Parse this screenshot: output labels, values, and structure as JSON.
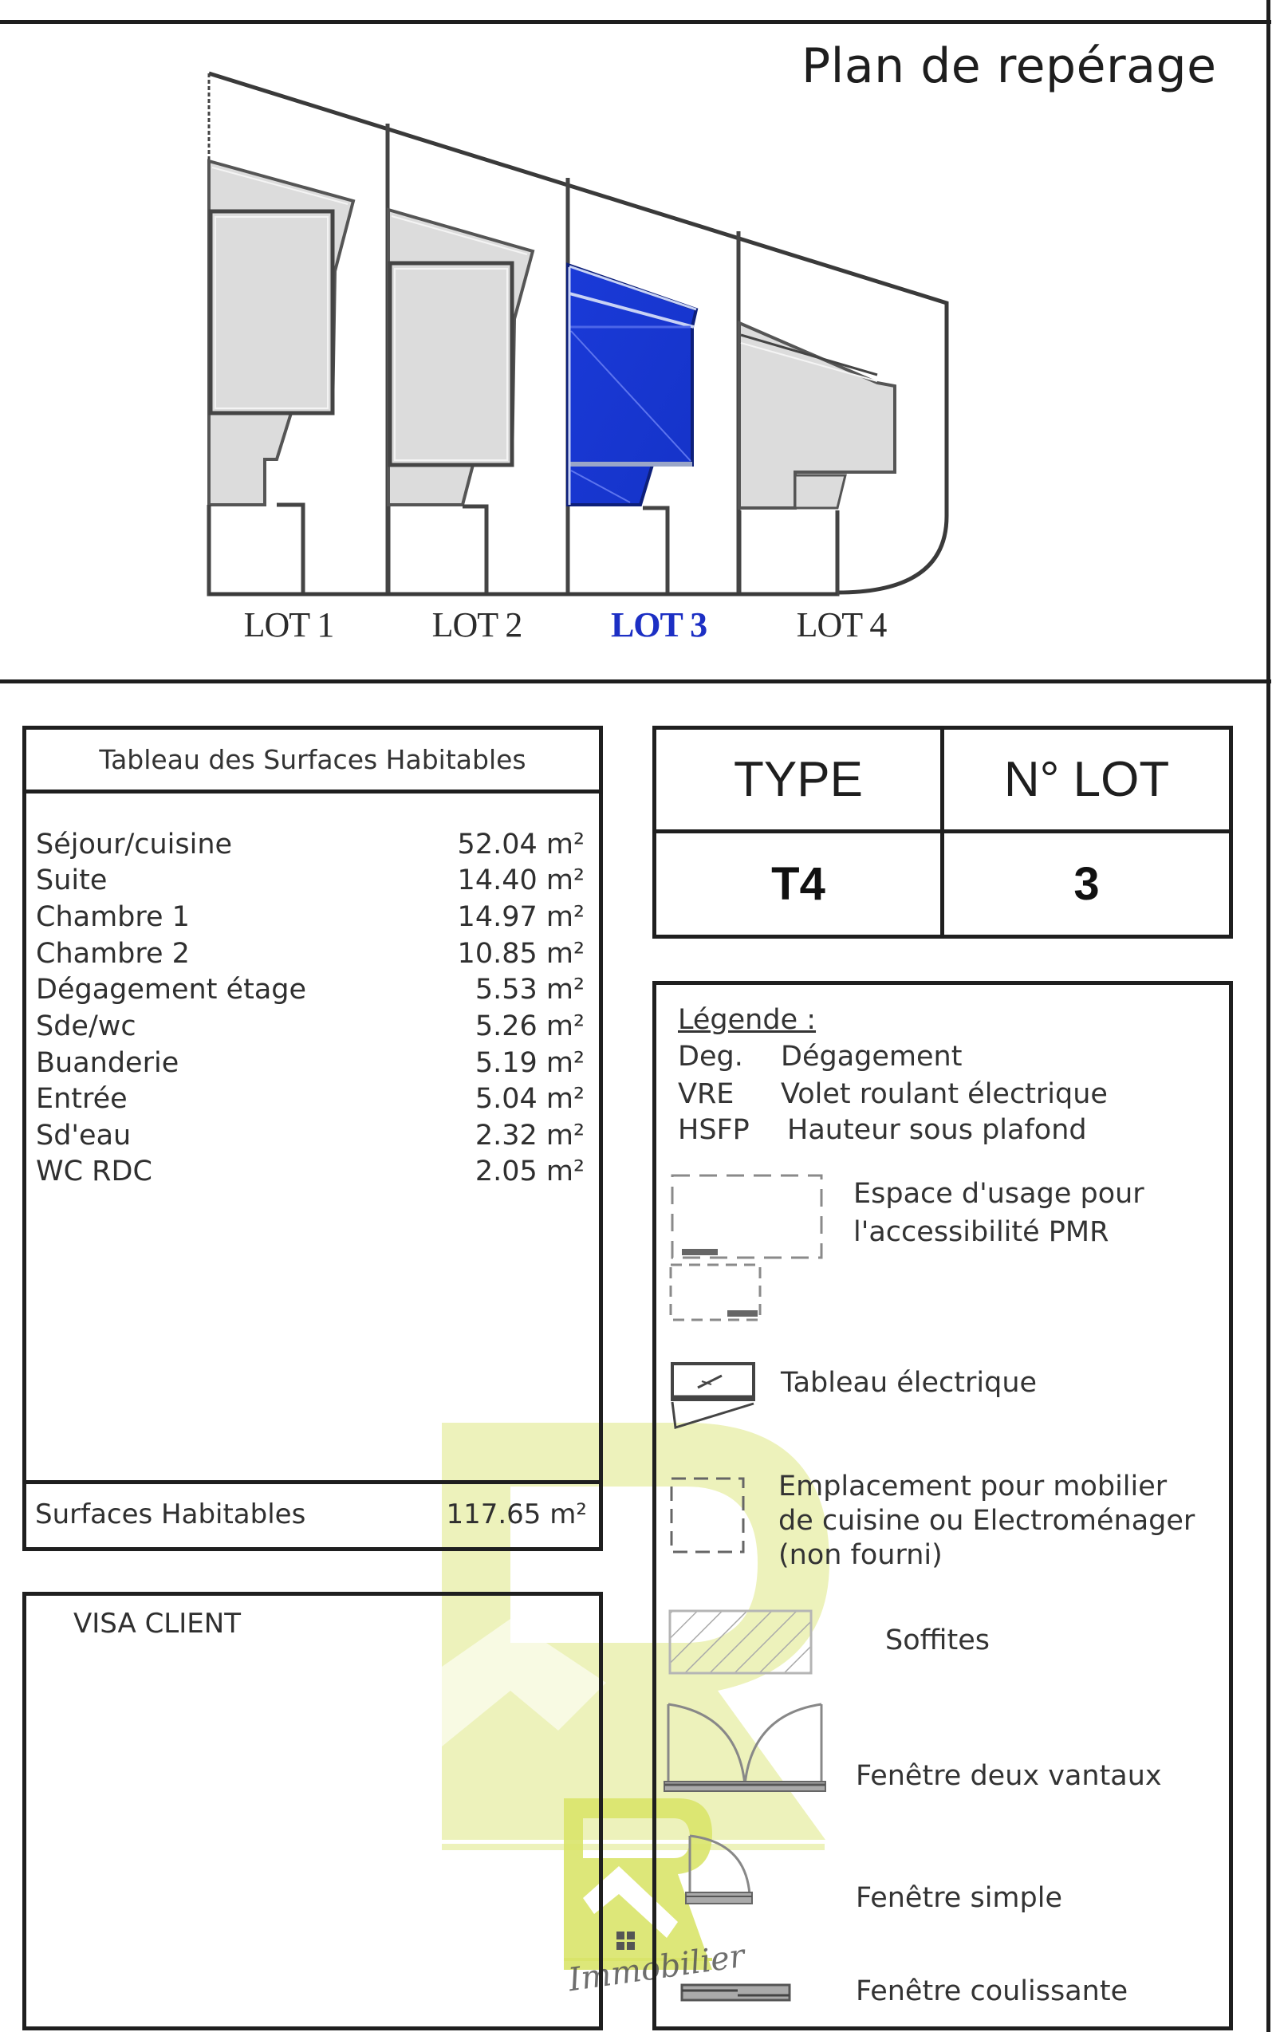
{
  "plan": {
    "title": "Plan de repérage",
    "lots": [
      {
        "label": "LOT 1",
        "highlighted": false
      },
      {
        "label": "LOT 2",
        "highlighted": false
      },
      {
        "label": "LOT 3",
        "highlighted": true
      },
      {
        "label": "LOT 4",
        "highlighted": false
      }
    ],
    "highlight_color": "#1a3ad8",
    "room_fill_color": "#dcdcdc"
  },
  "surfaces_table": {
    "title": "Tableau des Surfaces Habitables",
    "rows": [
      {
        "room": "Séjour/cuisine",
        "area": "52.04 m²"
      },
      {
        "room": "Suite",
        "area": "14.40 m²"
      },
      {
        "room": "Chambre 1",
        "area": "14.97 m²"
      },
      {
        "room": "Chambre 2",
        "area": "10.85 m²"
      },
      {
        "room": "Dégagement étage",
        "area": "5.53 m²"
      },
      {
        "room": "Sde/wc",
        "area": "5.26 m²"
      },
      {
        "room": "Buanderie",
        "area": "5.19 m²"
      },
      {
        "room": "Entrée",
        "area": "5.04 m²"
      },
      {
        "room": "Sd'eau",
        "area": "2.32 m²"
      },
      {
        "room": "WC RDC",
        "area": "2.05 m²"
      }
    ],
    "total_label": "Surfaces Habitables",
    "total_value": "117.65 m²"
  },
  "visa": {
    "label": "VISA CLIENT"
  },
  "type_lot": {
    "type_header": "TYPE",
    "lot_header": "N° LOT",
    "type_value": "T4",
    "lot_value": "3"
  },
  "legend": {
    "title": "Légende :",
    "abbreviations": [
      {
        "abbr": "Deg.",
        "meaning": "Dégagement"
      },
      {
        "abbr": "VRE",
        "meaning": "Volet roulant électrique"
      },
      {
        "abbr": "HSFP",
        "meaning": "Hauteur sous plafond"
      }
    ],
    "symbols": [
      {
        "icon": "pmr-space-icon",
        "lines": [
          "Espace d'usage pour",
          "l'accessibilité PMR"
        ]
      },
      {
        "icon": "electrical-panel-icon",
        "lines": [
          "Tableau électrique"
        ]
      },
      {
        "icon": "furniture-placement-icon",
        "lines": [
          "Emplacement pour mobilier",
          "de cuisine ou Electroménager",
          "(non fourni)"
        ]
      },
      {
        "icon": "soffit-hatch-icon",
        "lines": [
          "Soffites"
        ]
      },
      {
        "icon": "double-casement-window-icon",
        "lines": [
          "Fenêtre deux vantaux"
        ]
      },
      {
        "icon": "single-window-icon",
        "lines": [
          "Fenêtre simple"
        ]
      },
      {
        "icon": "sliding-window-icon",
        "lines": [
          "Fenêtre coulissante"
        ]
      }
    ]
  },
  "watermark": {
    "brand_script": "Immobilier",
    "color": "#d9e46a"
  }
}
